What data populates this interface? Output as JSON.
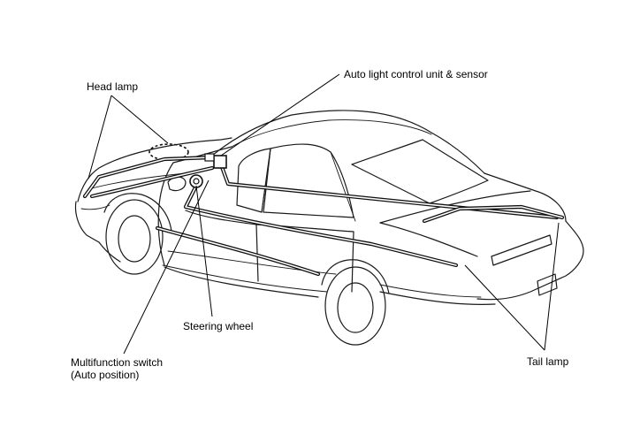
{
  "labels": {
    "head_lamp": "Head lamp",
    "auto_light": "Auto light control unit & sensor",
    "steering_wheel": "Steering wheel",
    "multifunction_line1": "Multifunction switch",
    "multifunction_line2": "(Auto position)",
    "tail_lamp": "Tail lamp"
  }
}
